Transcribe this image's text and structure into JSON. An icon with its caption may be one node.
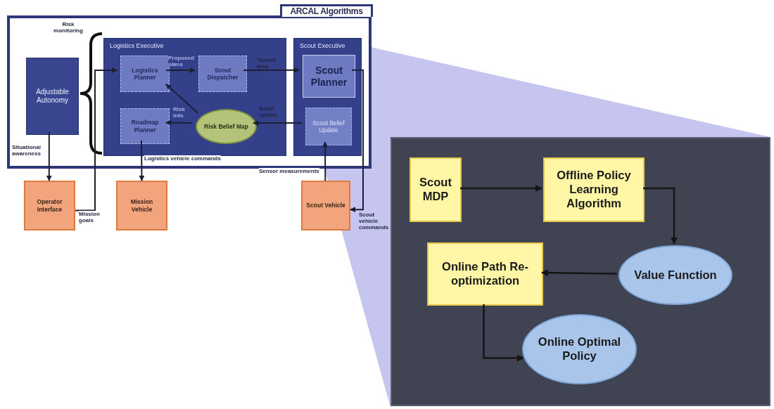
{
  "diagram": {
    "nodes": [
      {
        "text": [
          "ARCAL Algorithms"
        ]
      },
      {
        "text": [
          "Adjustable Autonomy"
        ],
        "in": 0
      },
      {
        "text": [
          "Logistics Executive"
        ],
        "in": 0
      },
      {
        "text": [
          "Logistics Planner"
        ],
        "in": 2
      },
      {
        "text": [
          "Scout Dispatcher"
        ],
        "in": 2
      },
      {
        "text": [
          "Roadmap Planner"
        ],
        "in": 2
      },
      {
        "text": [
          "Risk Belief Map"
        ],
        "in": 2
      },
      {
        "text": [
          "Scout Executive"
        ],
        "in": 0
      },
      {
        "text": [
          "Scout Planner"
        ],
        "in": 7
      },
      {
        "text": [
          "Scout Belief Update"
        ],
        "in": 7
      },
      {
        "text": [
          "Operator Interface"
        ]
      },
      {
        "text": [
          "Mission Vehicle"
        ]
      },
      {
        "text": [
          "Scout Vehicle"
        ]
      },
      {
        "text": [],
        "shape": "box"
      },
      {
        "text": [
          "Scout MDP"
        ],
        "in": 13
      },
      {
        "text": [
          "Offline Policy Learning Algorithm"
        ],
        "in": 13
      },
      {
        "text": [
          "Value Function"
        ],
        "in": 13
      },
      {
        "text": [
          "Online Path Re-optimization"
        ],
        "in": 13
      },
      {
        "text": [
          "Online Optimal Policy"
        ],
        "in": 13
      }
    ],
    "edges": [
      {
        "from": 3,
        "to": 4,
        "arrow": "to",
        "label": "Proposed plans"
      },
      {
        "from": 4,
        "to": 8,
        "arrow": "to",
        "label": "Tasked area"
      },
      {
        "from": 6,
        "to": 3,
        "arrow": "to"
      },
      {
        "from": 6,
        "to": 5,
        "arrow": "to",
        "label": "Risk info"
      },
      {
        "from": 9,
        "to": 6,
        "arrow": "to",
        "label": "Belief update"
      },
      {
        "from": 1,
        "to": 10,
        "arrow": "to",
        "label": "Situational awareness"
      },
      {
        "from": 10,
        "to": 3,
        "arrow": "to",
        "label": "Mission goals"
      },
      {
        "from": 5,
        "to": 11,
        "arrow": "to",
        "label": "Logistics vehicle commands"
      },
      {
        "from": 12,
        "to": 9,
        "arrow": "to",
        "label": "Sensor measurements"
      },
      {
        "from": 8,
        "to": 12,
        "arrow": "to",
        "label": "Scout vehicle commands"
      },
      {
        "from": 14,
        "to": 15,
        "arrow": "to"
      },
      {
        "from": 15,
        "to": 16,
        "arrow": "to"
      },
      {
        "from": 16,
        "to": 17,
        "arrow": "to"
      },
      {
        "from": 17,
        "to": 18,
        "arrow": "to"
      }
    ],
    "labels": [
      "Risk monitoring"
    ]
  }
}
